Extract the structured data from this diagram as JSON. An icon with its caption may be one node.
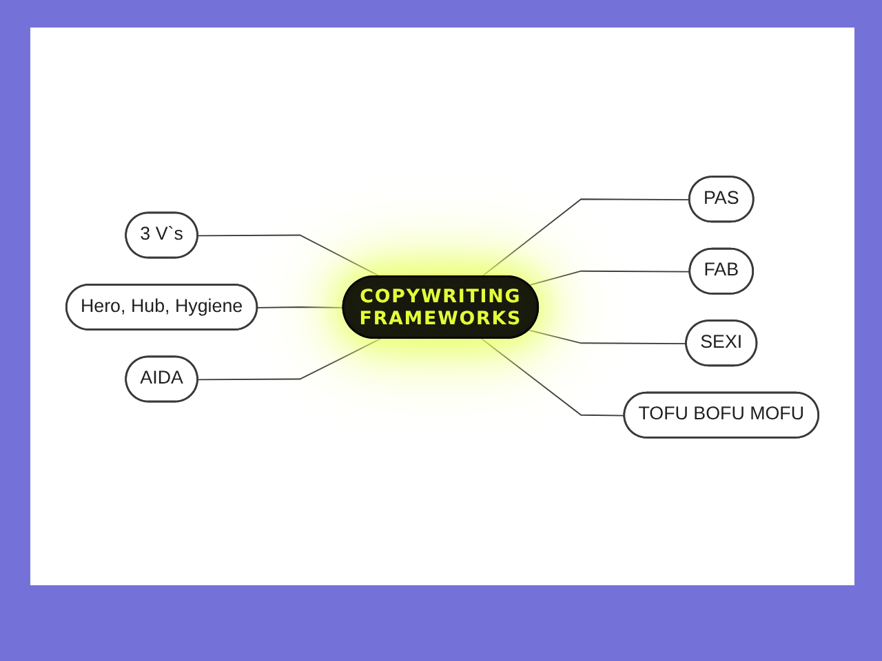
{
  "diagram": {
    "nodes": [
      {
        "text": [
          "3 V`s"
        ]
      },
      {
        "text": [
          "PAS"
        ]
      },
      {
        "text": [
          "Hero, Hub, Hygiene"
        ]
      },
      {
        "text": [
          "COPYWRITING FRAMEWORKS"
        ]
      },
      {
        "text": [
          "FAB"
        ]
      },
      {
        "text": [
          "AIDA"
        ]
      },
      {
        "text": [
          "SEXI"
        ]
      },
      {
        "text": [
          "TOFU BOFU MOFU"
        ]
      }
    ],
    "edges": [
      {
        "from": 0,
        "to": 3,
        "arrow": "none"
      },
      {
        "from": 3,
        "to": 1,
        "arrow": "none"
      },
      {
        "from": 2,
        "to": 3,
        "arrow": "none"
      },
      {
        "from": 3,
        "to": 4,
        "arrow": "none"
      },
      {
        "from": 5,
        "to": 3,
        "arrow": "none"
      },
      {
        "from": 3,
        "to": 6,
        "arrow": "none"
      },
      {
        "from": 3,
        "to": 7,
        "arrow": "none"
      }
    ]
  }
}
